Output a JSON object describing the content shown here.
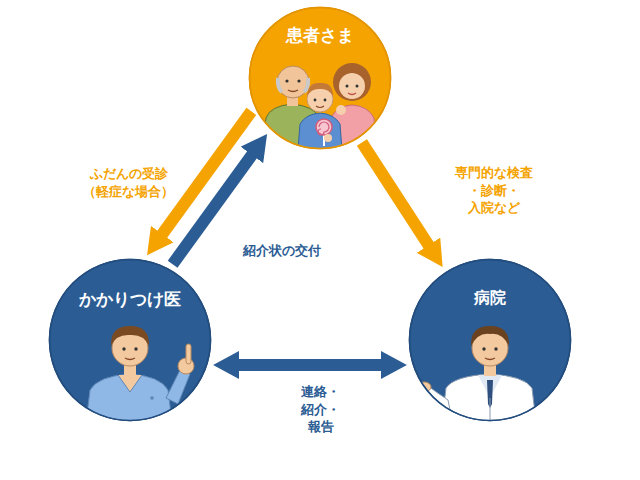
{
  "diagram": {
    "nodes": [
      {
        "text": [
          "患者さま"
        ]
      },
      {
        "text": [
          "かかりつけ医"
        ]
      },
      {
        "text": [
          "病院"
        ]
      }
    ],
    "edges": [
      {
        "from": 0,
        "to": 1,
        "arrow": "to",
        "label": "ふだんの受診 （軽症な場合）"
      },
      {
        "from": 1,
        "to": 0,
        "arrow": "to",
        "label": "紹介状の交付"
      },
      {
        "from": 0,
        "to": 2,
        "arrow": "to",
        "label": "専門的な検査 ・診断・入院など"
      },
      {
        "from": 1,
        "to": 2,
        "arrow": "both",
        "label": "連絡・紹介・報告"
      }
    ]
  }
}
